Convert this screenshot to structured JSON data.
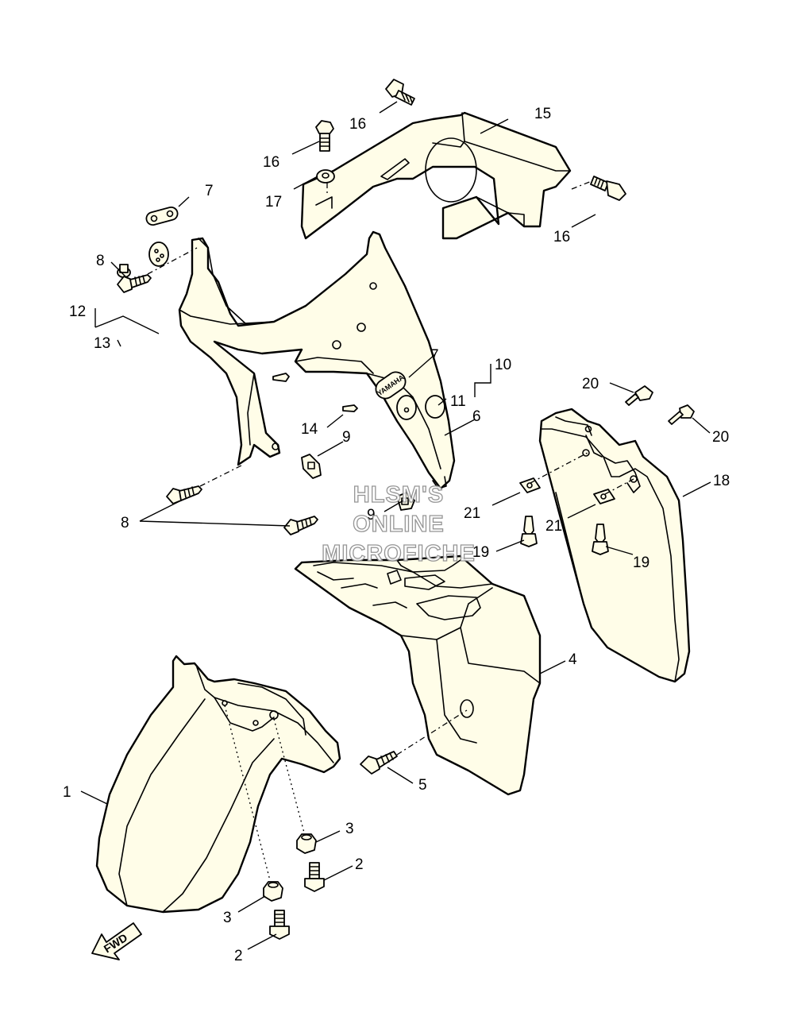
{
  "watermark": {
    "line1": "HLSM'S",
    "line2": "ONLINE",
    "line3": "MICROFICHE"
  },
  "direction_marker": "FWD",
  "brand_badge": "YAMAHA",
  "callouts": {
    "c1": "1",
    "c2a": "2",
    "c2b": "2",
    "c3a": "3",
    "c3b": "3",
    "c4": "4",
    "c5": "5",
    "c6": "6",
    "c7a": "7",
    "c7b": "7",
    "c8a": "8",
    "c8b": "8",
    "c9a": "9",
    "c9b": "9",
    "c10": "10",
    "c11": "11",
    "c12": "12",
    "c13": "13",
    "c14": "14",
    "c15": "15",
    "c16a": "16",
    "c16b": "16",
    "c16c": "16",
    "c17": "17",
    "c18": "18",
    "c19a": "19",
    "c19b": "19",
    "c20a": "20",
    "c20b": "20",
    "c21a": "21",
    "c21b": "21"
  }
}
